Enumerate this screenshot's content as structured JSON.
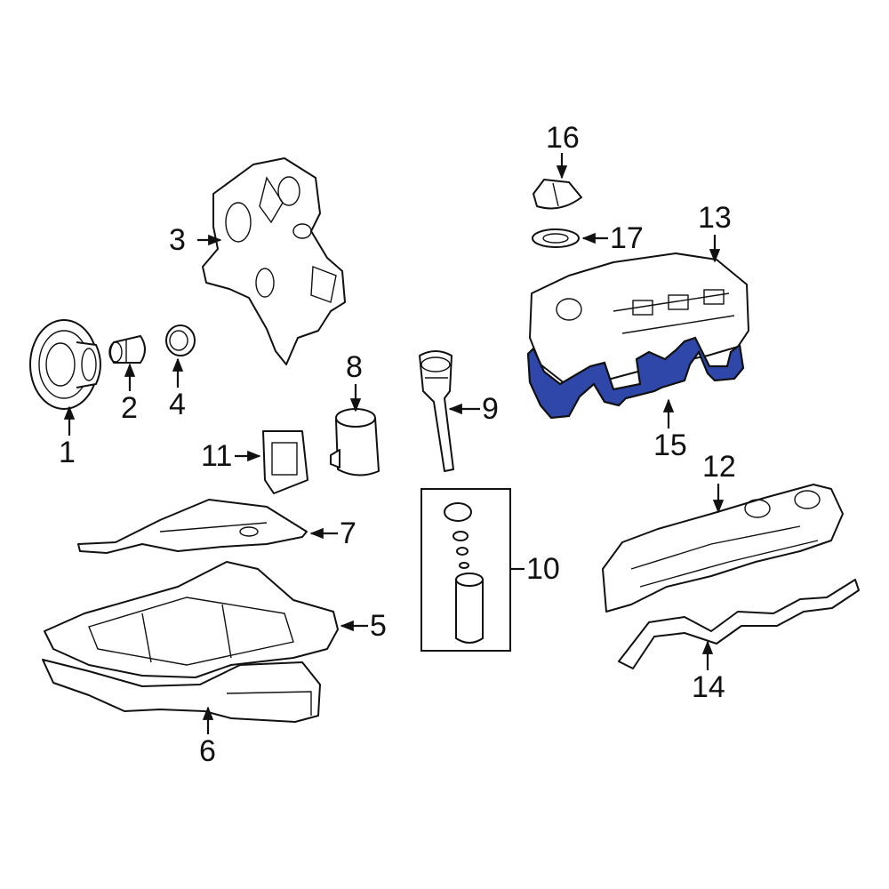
{
  "diagram": {
    "callouts": [
      {
        "num": "1"
      },
      {
        "num": "2"
      },
      {
        "num": "3"
      },
      {
        "num": "4"
      },
      {
        "num": "5"
      },
      {
        "num": "6"
      },
      {
        "num": "7"
      },
      {
        "num": "8"
      },
      {
        "num": "9"
      },
      {
        "num": "10"
      },
      {
        "num": "11"
      },
      {
        "num": "12"
      },
      {
        "num": "13"
      },
      {
        "num": "14"
      },
      {
        "num": "15"
      },
      {
        "num": "16"
      },
      {
        "num": "17"
      }
    ],
    "highlighted_part": "15",
    "highlight_color": "#2f47a8",
    "line_color": "#111111",
    "background": "#ffffff"
  }
}
